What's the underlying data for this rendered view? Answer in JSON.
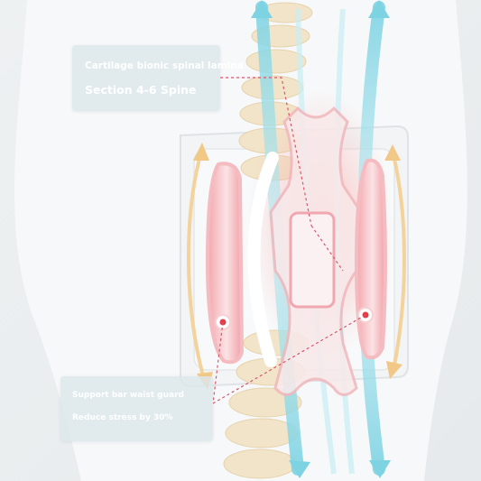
{
  "callouts": {
    "top": {
      "line1": "Cartilage bionic spinal lamina",
      "line2": "Section 4-6 Spine"
    },
    "bottom": {
      "line1": "Support bar waist guard",
      "line2": "Reduce stress by 30%"
    }
  },
  "colors": {
    "background": "#eef0f1",
    "body": "#f7f8f9",
    "spine": "#f2e6cf",
    "flow_arrow": "#8fd8e6",
    "support_bar": "#ef9ba4",
    "support_arrow": "#f3cf93",
    "marker": "#e43b49",
    "leader_line": "#d9566a"
  }
}
